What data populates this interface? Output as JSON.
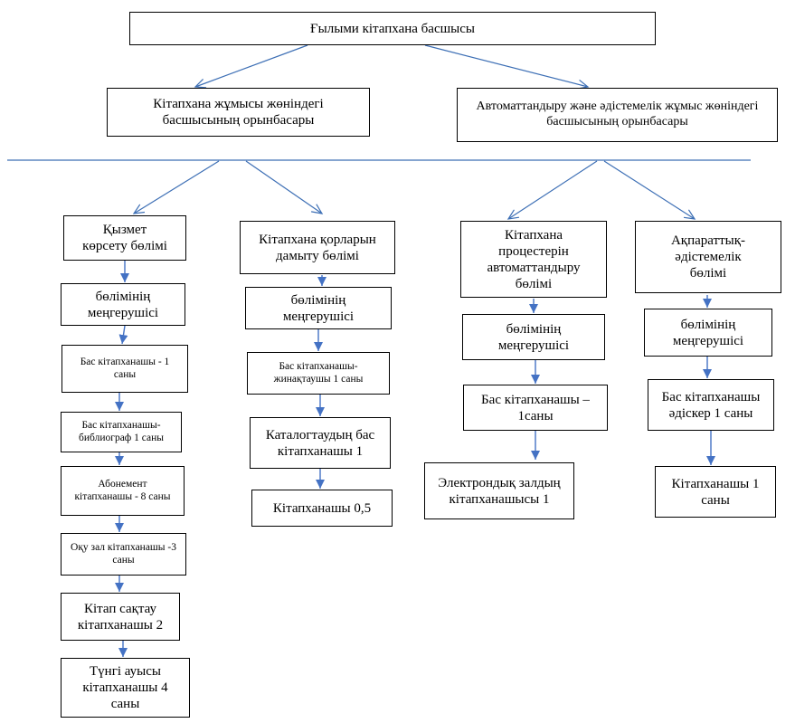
{
  "nodes": {
    "root": "Ғылыми кітапхана басшысы",
    "deputy_library": "Кітапхана жұмысы жөніндегі басшысының орынбасары",
    "deputy_automation": "Автоматтандыру және әдістемелік жұмыс жөніндегі басшысының орынбасары",
    "dept_service": "Қызмет көрсету бөлімі",
    "dept_funds": "Кітапхана қорларын дамыту бөлімі",
    "dept_automation": "Кітапхана процестерін автоматтандыру бөлімі",
    "dept_info": "Ақпараттық-әдістемелік бөлімі",
    "service_head": "бөлімінің меңгерушісі",
    "service_chief": "Бас кітапханашы - 1 саны",
    "service_bibliographer": "Бас кітапханашы-библиограф 1 саны",
    "service_subscription": "Абонемент кітапханашы - 8 саны",
    "service_reading_room": "Оқу зал кітапханашы -3 саны",
    "service_storage": "Кітап сақтау кітапханашы 2",
    "service_night_shift": "Түнгі ауысы кітапханашы 4 саны",
    "funds_head": "бөлімінің меңгерушісі",
    "funds_acquisition": "Бас кітапханашы-жинақтаушы 1 саны",
    "funds_catalog": "Каталогтаудың бас кітапханашы 1",
    "funds_librarian": "Кітапханашы 0,5",
    "auto_head": "бөлімінің меңгерушісі",
    "auto_chief": "Бас кітапханашы – 1саны",
    "auto_electronic": "Электрондық залдың кітапханашысы 1",
    "info_head": "бөлімінің меңгерушісі",
    "info_methodist": "Бас кітапханашы әдіскер 1 саны",
    "info_librarian": "Кітапханашы 1 саны"
  },
  "colors": {
    "line": "#3d6fb5",
    "arrow": "#4472c4",
    "border": "#000000"
  }
}
